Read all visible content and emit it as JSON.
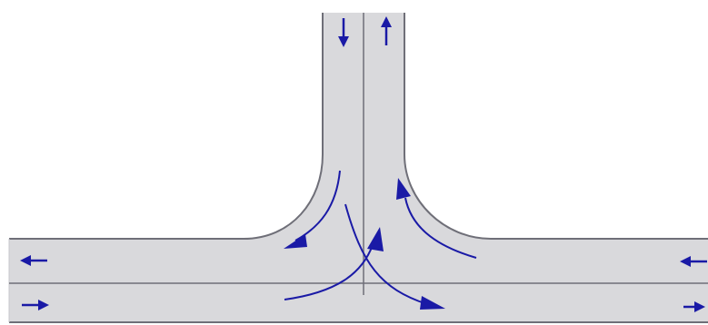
{
  "diagram": {
    "kind": "T-intersection traffic flow",
    "colors": {
      "background": "#ffffff",
      "road_fill": "#d9d9dc",
      "road_edge": "#6f6f78",
      "center_line": "#6f6f78",
      "arrow": "#1a1aa6"
    },
    "icons": {
      "lane_arrow": "arrow-icon",
      "turn_path": "curved-arrow-icon"
    },
    "roads": [
      {
        "name": "north-leg",
        "lanes": [
          "southbound",
          "northbound"
        ]
      },
      {
        "name": "main-road",
        "lanes": [
          "westbound",
          "eastbound"
        ]
      }
    ],
    "lane_arrows": [
      {
        "name": "north-leg-southbound-arrow",
        "direction": "down"
      },
      {
        "name": "north-leg-northbound-arrow",
        "direction": "up"
      },
      {
        "name": "west-westbound-arrow",
        "direction": "left"
      },
      {
        "name": "west-eastbound-arrow",
        "direction": "right"
      },
      {
        "name": "east-westbound-arrow",
        "direction": "left"
      },
      {
        "name": "east-eastbound-arrow",
        "direction": "right"
      }
    ],
    "turn_movements": [
      {
        "name": "southbound-right-turn-to-west"
      },
      {
        "name": "southbound-left-turn-to-east"
      },
      {
        "name": "eastbound-left-turn-to-north"
      },
      {
        "name": "westbound-right-turn-to-north"
      }
    ]
  }
}
